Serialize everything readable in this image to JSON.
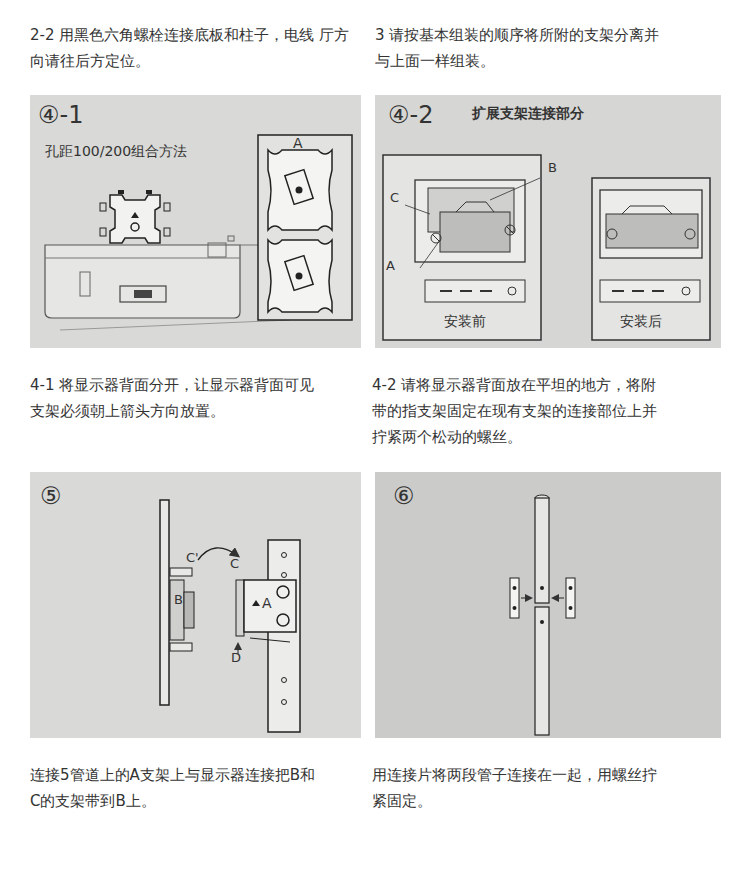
{
  "diagram": {
    "labels": [
      "2-2 用黑色六角螺栓连接底板和柱子，电线 厅方向请往后方定位。",
      "3 请按基本组装的顺序将所附的支架分离并 与上面一样组装。",
      "④-1",
      "孔距100/200组合方法",
      "A",
      "④-2",
      "扩展支架连接部分",
      "B",
      "C",
      "A",
      "安装前",
      "安装后",
      "4-1 将显示器背面分开，让显示器背面可见 支架必须朝上箭头方向放置。",
      "4-2 请将显示器背面放在平坦的地方，将附 带的指支架固定在现有支架的连接部位上并 拧紧两个松动的螺丝。",
      "⑤",
      "C'",
      "C",
      "B",
      "A",
      "D",
      "⑥",
      "连接5管道上的A支架上与显示器连接把B和 C的支架带到B上。",
      "用连接片将两段管子连接在一起，用螺丝拧 紧固定。"
    ]
  }
}
